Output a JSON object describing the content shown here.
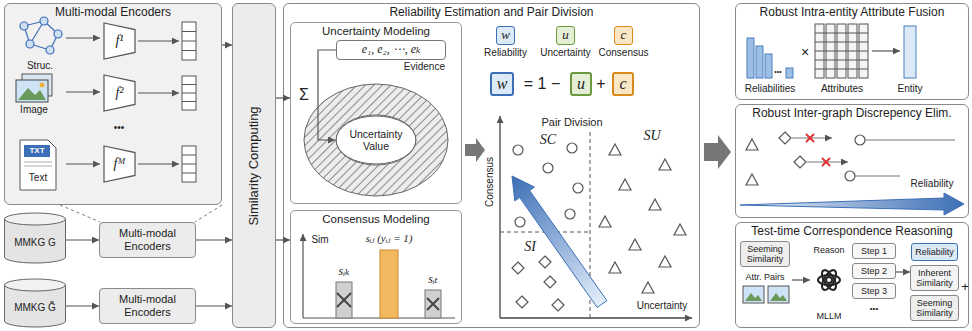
{
  "diagram": {
    "nodes": [
      {
        "text": [
          "Multi-modal Encoders"
        ]
      },
      {
        "text": [
          "f¹"
        ],
        "in": 0
      },
      {
        "text": [
          "f²"
        ],
        "in": 0
      },
      {
        "text": [
          "fᴹ"
        ],
        "in": 0
      },
      {
        "text": [
          "MMKG G"
        ]
      },
      {
        "text": [
          "Multi-modal Encoders"
        ]
      },
      {
        "text": [
          "MMKG G̃"
        ]
      },
      {
        "text": [
          "Multi-modal Encoders"
        ]
      },
      {
        "text": [
          "Similarity Computing"
        ]
      },
      {
        "text": [
          "Reliability Estimation and Pair Division"
        ]
      },
      {
        "text": [
          "Uncertainty Modeling"
        ],
        "in": 9
      },
      {
        "text": [
          "e₁, e₂, ⋯, eₖ",
          "Evidence"
        ],
        "in": 10
      },
      {
        "text": [
          "Uncertainty Value"
        ],
        "in": 10
      },
      {
        "text": [
          "Consensus Modeling"
        ],
        "in": 9
      },
      {
        "text": [
          "w",
          "Reliability"
        ],
        "in": 9
      },
      {
        "text": [
          "u",
          "Uncertainty"
        ],
        "in": 9
      },
      {
        "text": [
          "c",
          "Consensus"
        ],
        "in": 9
      },
      {
        "text": [
          "w"
        ],
        "in": 9
      },
      {
        "text": [
          "u"
        ],
        "in": 9
      },
      {
        "text": [
          "c"
        ],
        "in": 9
      },
      {
        "text": [
          "Robust Intra-entity Attribute Fusion"
        ]
      },
      {
        "text": [
          "Robust Inter-graph Discrepency Elim."
        ]
      },
      {
        "text": [
          "Test-time Correspondence Reasoning"
        ]
      },
      {
        "text": [
          "Seeming Similarity"
        ],
        "in": 22
      },
      {
        "text": [
          "Step 1"
        ],
        "in": 22
      },
      {
        "text": [
          "Step 2"
        ],
        "in": 22
      },
      {
        "text": [
          "Step 3"
        ],
        "in": 22
      },
      {
        "text": [
          "Reliability"
        ],
        "in": 22
      },
      {
        "text": [
          "Inherent Similarity"
        ],
        "in": 22
      },
      {
        "text": [
          "Seeming Similarity"
        ],
        "in": 22
      }
    ],
    "edges": [
      {
        "from": 4,
        "to": 5,
        "arrow": "to"
      },
      {
        "from": 6,
        "to": 7,
        "arrow": "to"
      },
      {
        "from": 0,
        "to": 8,
        "arrow": "to"
      },
      {
        "from": 5,
        "to": 8,
        "arrow": "to"
      },
      {
        "from": 7,
        "to": 8,
        "arrow": "to"
      },
      {
        "from": 8,
        "to": 10,
        "arrow": "to"
      },
      {
        "from": 8,
        "to": 13,
        "arrow": "to"
      },
      {
        "from": 11,
        "to": 12,
        "arrow": "to",
        "label": "Σ"
      },
      {
        "from": 25,
        "to": 28,
        "arrow": "to"
      }
    ],
    "labels": [
      "Struc.",
      "Image",
      "TXT",
      "Text",
      "•••",
      "Sim",
      "sᵢₖ",
      "sᵢⱼ (yᵢⱼ = 1)",
      "sᵢₜ",
      "= 1 −",
      "+",
      "Pair Division",
      "Consensus",
      "Uncertainty",
      "SC",
      "SU",
      "SI",
      "•••",
      "Reliabilities",
      "×",
      "Attributes",
      "Entity",
      "Reliability",
      "Attr. Pairs",
      "Reason",
      "MLLM",
      "•••",
      "+"
    ]
  }
}
